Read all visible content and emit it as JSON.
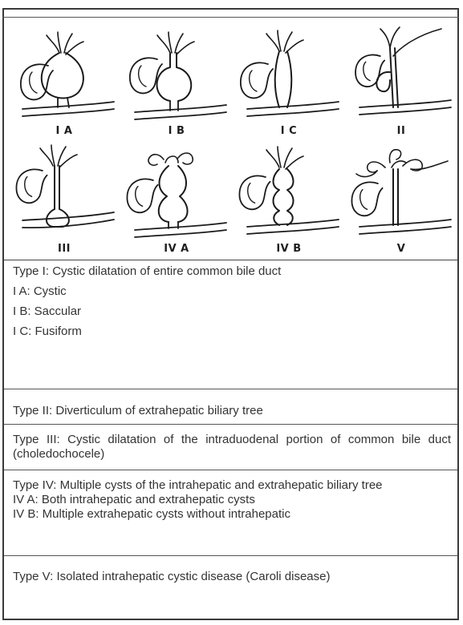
{
  "figure": {
    "panels": [
      {
        "label": "I A",
        "shape": "cyst-round"
      },
      {
        "label": "I B",
        "shape": "cyst-saccular"
      },
      {
        "label": "I C",
        "shape": "fusiform"
      },
      {
        "label": "II",
        "shape": "diverticulum"
      },
      {
        "label": "III",
        "shape": "choledochocele"
      },
      {
        "label": "IV A",
        "shape": "multi-intra-extra"
      },
      {
        "label": "IV B",
        "shape": "multi-extra"
      },
      {
        "label": "V",
        "shape": "caroli"
      }
    ]
  },
  "types": {
    "type1": {
      "heading": "Type I: Cystic dilatation of entire common bile duct",
      "sub": [
        "I A: Cystic",
        "I B: Saccular",
        "I C: Fusiform"
      ]
    },
    "type2": {
      "heading": "Type II: Diverticulum of extrahepatic biliary tree"
    },
    "type3": {
      "heading": "Type III: Cystic dilatation of the intraduodenal portion of common bile duct (choledochocele)"
    },
    "type4": {
      "heading": "Type IV: Multiple cysts of the intrahepatic and extrahepatic biliary tree",
      "sub": [
        "IV A: Both intrahepatic and extrahepatic cysts",
        "IV B: Multiple extrahepatic cysts without intrahepatic"
      ]
    },
    "type5": {
      "heading": "Type V: Isolated intrahepatic cystic disease (Caroli disease)"
    }
  }
}
